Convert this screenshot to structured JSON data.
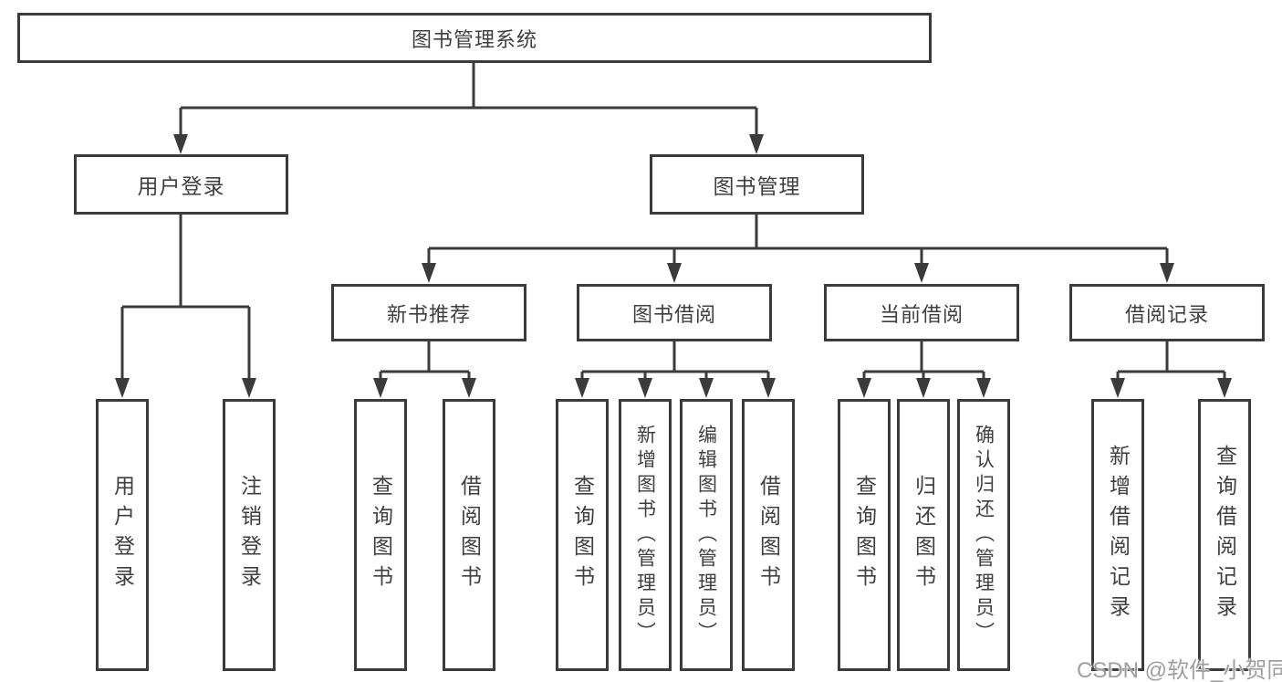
{
  "diagram": {
    "type": "hierarchy-tree",
    "root": {
      "label": "图书管理系统",
      "children": [
        {
          "label": "用户登录",
          "children": [
            {
              "label": "用户登录"
            },
            {
              "label": "注销登录"
            }
          ]
        },
        {
          "label": "图书管理",
          "children": [
            {
              "label": "新书推荐",
              "children": [
                {
                  "label": "查询图书"
                },
                {
                  "label": "借阅图书"
                }
              ]
            },
            {
              "label": "图书借阅",
              "children": [
                {
                  "label": "查询图书"
                },
                {
                  "label": "新增图书（管理员）"
                },
                {
                  "label": "编辑图书（管理员）"
                },
                {
                  "label": "借阅图书"
                }
              ]
            },
            {
              "label": "当前借阅",
              "children": [
                {
                  "label": "查询图书"
                },
                {
                  "label": "归还图书"
                },
                {
                  "label": "确认归还（管理员）"
                }
              ]
            },
            {
              "label": "借阅记录",
              "children": [
                {
                  "label": "新增借阅记录"
                },
                {
                  "label": "查询借阅记录"
                }
              ]
            }
          ]
        }
      ]
    }
  },
  "watermark": {
    "text": "CSDN @软件_小贺同学"
  },
  "colors": {
    "line": "#3b3b3b",
    "text": "#3f3f3f",
    "watermark": "#969696",
    "background": "#ffffff"
  }
}
